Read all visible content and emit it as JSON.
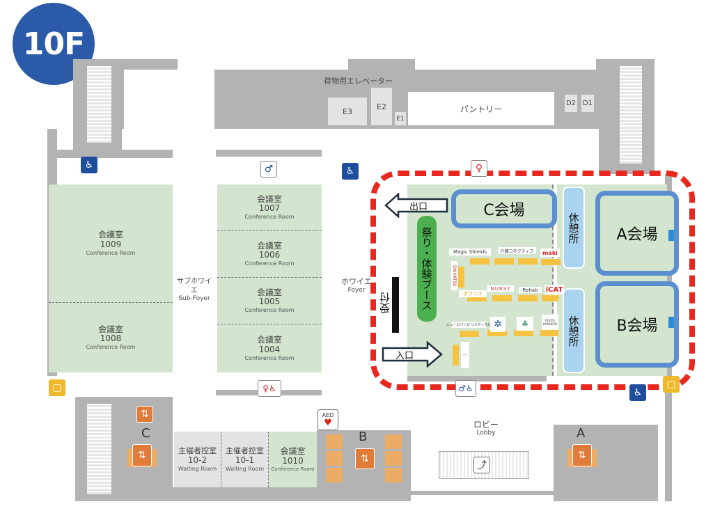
{
  "floor_badge": "10F",
  "colors": {
    "badge": "#2a5aa8",
    "room_green": "#d3e5cf",
    "wall": "#b3b3b3",
    "venue_border": "#5b8fd0",
    "red_dash": "#e8281e",
    "booth": "#f5c242",
    "rest_area": "#a9d3ef",
    "festival": "#4caf50"
  },
  "top": {
    "freight_elevator": "荷物用エレベーター",
    "e3": "E3",
    "e2": "E2",
    "e1": "E1",
    "pantry": "パントリー",
    "d2": "D2",
    "d1": "D1"
  },
  "rooms": [
    {
      "jp": "会議室",
      "num": "1009",
      "en": "Conference Room"
    },
    {
      "jp": "会議室",
      "num": "1008",
      "en": "Conference Room"
    },
    {
      "jp": "会議室",
      "num": "1007",
      "en": "Conference Room"
    },
    {
      "jp": "会議室",
      "num": "1006",
      "en": "Conference Room"
    },
    {
      "jp": "会議室",
      "num": "1005",
      "en": "Conference Room"
    },
    {
      "jp": "会議室",
      "num": "1004",
      "en": "Conference Room"
    },
    {
      "jp": "主催者控室",
      "num": "10-2",
      "en": "Waiting Room"
    },
    {
      "jp": "主催者控室",
      "num": "10-1",
      "en": "Waiting Room"
    },
    {
      "jp": "会議室",
      "num": "1010",
      "en": "Conference Room"
    }
  ],
  "areas": {
    "subfoyer_jp": "サブホワイエ",
    "subfoyer_en": "Sub-Foyer",
    "foyer_jp": "ホワイエ",
    "foyer_en": "Foyer",
    "lobby_jp": "ロビー",
    "lobby_en": "Lobby"
  },
  "event": {
    "venue_c": "C会場",
    "venue_a": "A会場",
    "venue_b": "B会場",
    "rest1": "休憩所",
    "rest2": "休憩所",
    "festival": "祭り・体験ブース",
    "exit": "出口",
    "entrance": "入口",
    "reception": "受付"
  },
  "exhibitors": [
    "Magic Shields",
    "介護コネクティブ",
    "maki",
    "DAIHATSU",
    "ポラリス",
    "NURSY",
    "Rehab",
    "iCAT",
    "ニューロリハビリメディカル",
    "POUTE BONHEUR"
  ],
  "elevators": {
    "a": "A",
    "b": "B",
    "c": "C"
  },
  "aed": "AED"
}
